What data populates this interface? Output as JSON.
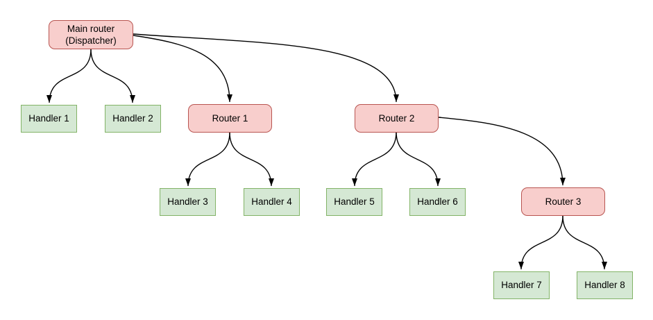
{
  "diagram": {
    "nodes": {
      "main": {
        "label": "Main router\n(Dispatcher)",
        "type": "router"
      },
      "handler1": {
        "label": "Handler 1",
        "type": "handler"
      },
      "handler2": {
        "label": "Handler 2",
        "type": "handler"
      },
      "router1": {
        "label": "Router 1",
        "type": "router"
      },
      "router2": {
        "label": "Router 2",
        "type": "router"
      },
      "handler3": {
        "label": "Handler 3",
        "type": "handler"
      },
      "handler4": {
        "label": "Handler 4",
        "type": "handler"
      },
      "handler5": {
        "label": "Handler 5",
        "type": "handler"
      },
      "handler6": {
        "label": "Handler 6",
        "type": "handler"
      },
      "router3": {
        "label": "Router 3",
        "type": "router"
      },
      "handler7": {
        "label": "Handler 7",
        "type": "handler"
      },
      "handler8": {
        "label": "Handler 8",
        "type": "handler"
      }
    },
    "edges": [
      {
        "from": "main",
        "to": "handler1"
      },
      {
        "from": "main",
        "to": "handler2"
      },
      {
        "from": "main",
        "to": "router1"
      },
      {
        "from": "main",
        "to": "router2"
      },
      {
        "from": "router1",
        "to": "handler3"
      },
      {
        "from": "router1",
        "to": "handler4"
      },
      {
        "from": "router2",
        "to": "handler5"
      },
      {
        "from": "router2",
        "to": "handler6"
      },
      {
        "from": "router2",
        "to": "router3"
      },
      {
        "from": "router3",
        "to": "handler7"
      },
      {
        "from": "router3",
        "to": "handler8"
      }
    ]
  },
  "colors": {
    "background": "#ffffff",
    "router_fill": "#f8cecc",
    "router_border": "#b85450",
    "handler_fill": "#d5e8d4",
    "handler_border": "#82b366",
    "edge": "#000000",
    "text": "#000000"
  }
}
